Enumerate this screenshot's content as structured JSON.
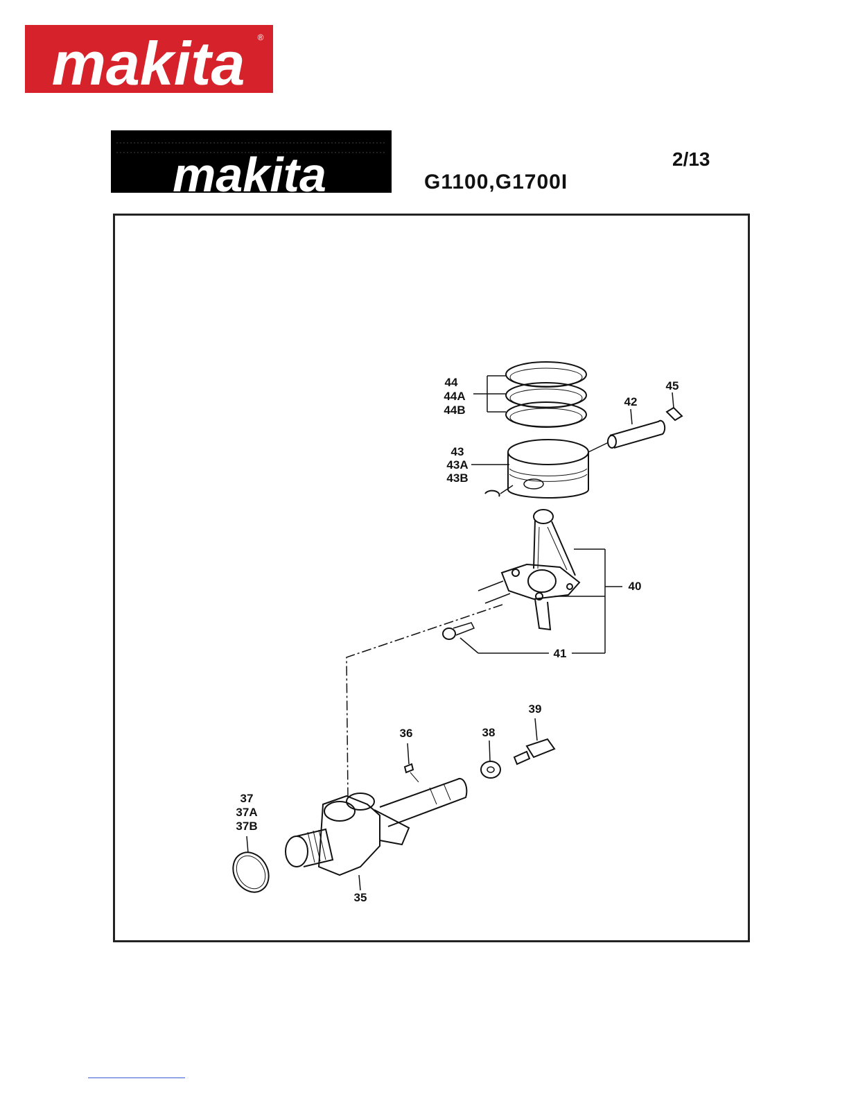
{
  "brand": {
    "name": "makita",
    "registered": "®",
    "color_red": "#d6232b",
    "color_black": "#000000"
  },
  "header": {
    "model": "G1100,G1700I",
    "page": "2/13"
  },
  "diagram": {
    "labels": {
      "p35": "35",
      "p36": "36",
      "p37": "37",
      "p37a": "37A",
      "p37b": "37B",
      "p38": "38",
      "p39": "39",
      "p40": "40",
      "p41": "41",
      "p42": "42",
      "p43": "43",
      "p43a": "43A",
      "p43b": "43B",
      "p44": "44",
      "p44a": "44A",
      "p44b": "44B",
      "p45": "45"
    }
  }
}
